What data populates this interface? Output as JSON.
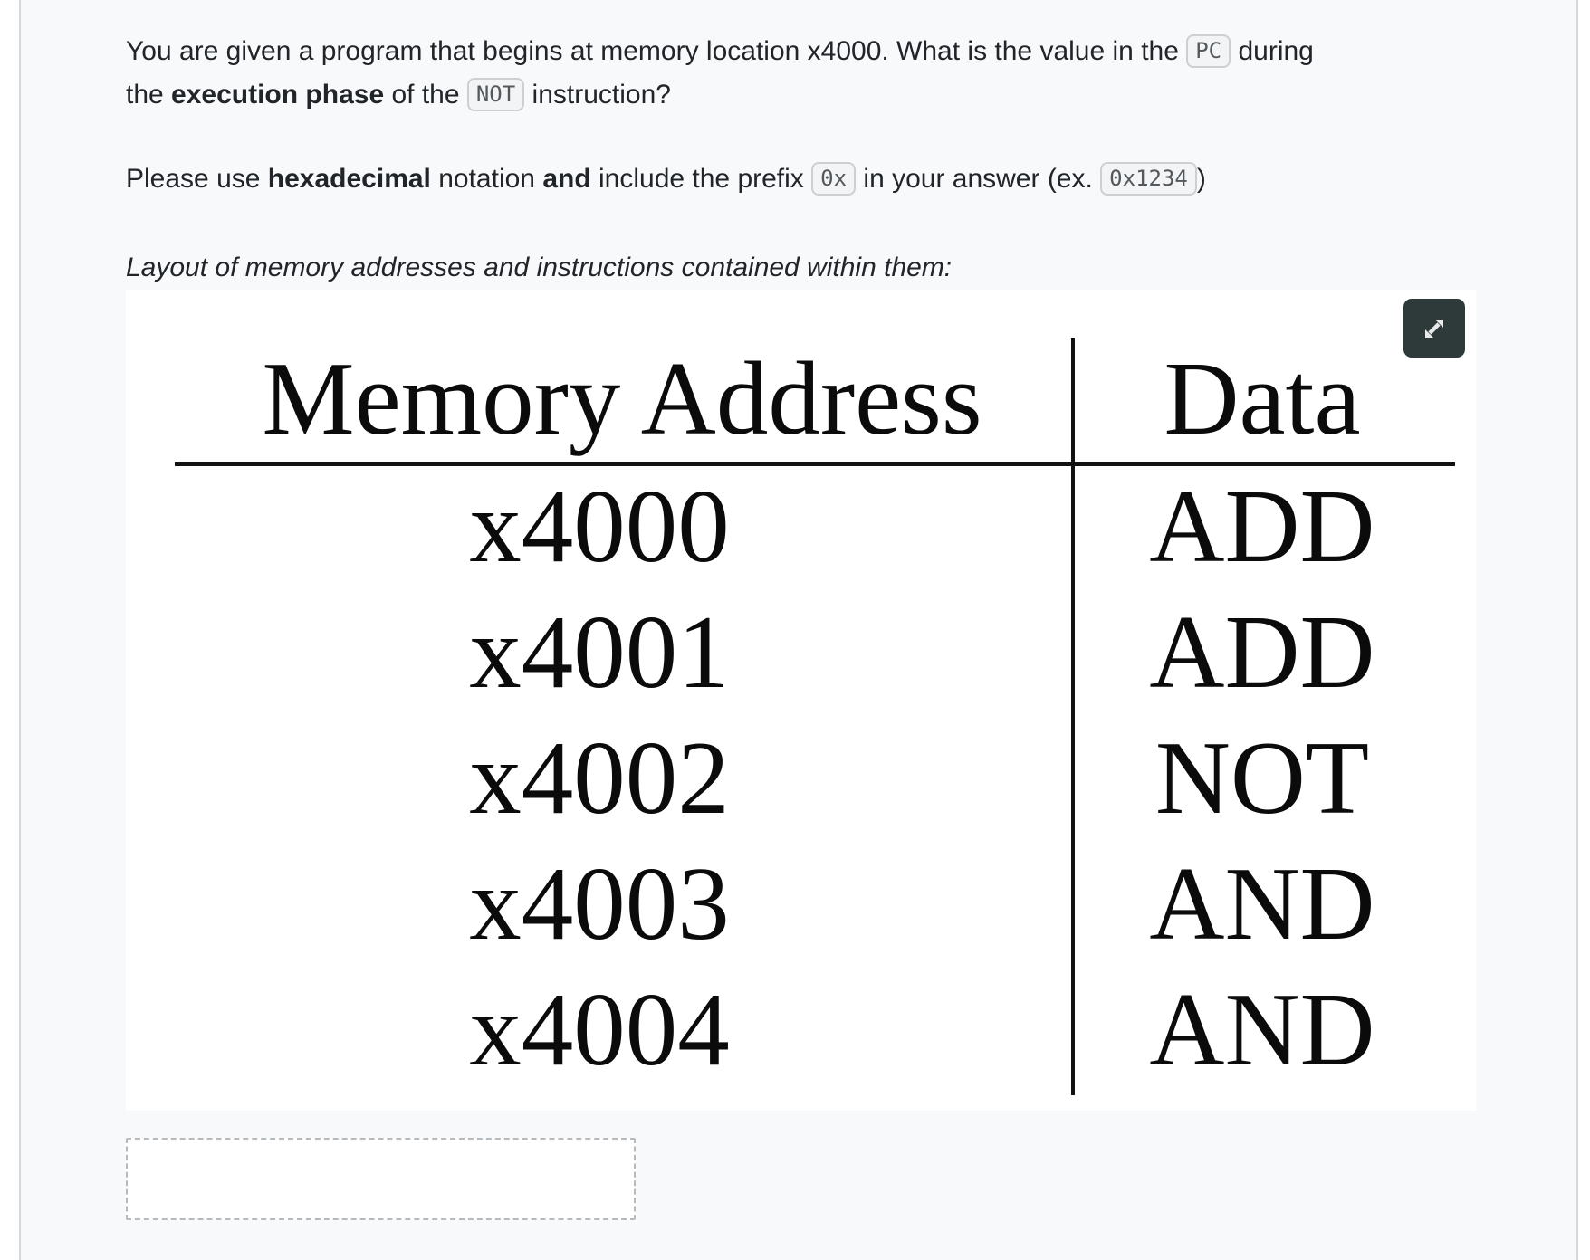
{
  "colors": {
    "card_background": "#f8f9fa",
    "card_border": "#d5d8db",
    "figure_background": "#ffffff",
    "table_ink": "#121212",
    "expand_button_background": "#2e3a39",
    "badge_background": "#f3f4f5",
    "badge_border": "#cdd0d3",
    "body_text": "#212529"
  },
  "question": {
    "part1": "You are given a program that begins at memory location x4000. What is the value in the ",
    "pc_badge": "PC",
    "part2": " during",
    "part3": "the ",
    "bold1": "execution phase",
    "part4": " of the ",
    "not_badge": "NOT",
    "part5": " instruction?"
  },
  "instructions": {
    "part1": "Please use ",
    "bold1": "hexadecimal",
    "part2": " notation ",
    "bold2": "and",
    "part3": " include the prefix ",
    "prefix_badge": "0x",
    "part4": " in your answer (ex. ",
    "example_badge": "0x1234",
    "part5": ")"
  },
  "caption": "Layout of memory addresses and instructions contained within them:",
  "figure": {
    "expand_icon": "expand-icon",
    "table": {
      "header": {
        "address": "Memory Address",
        "data": "Data"
      },
      "rows": [
        {
          "address": "x4000",
          "data": "ADD"
        },
        {
          "address": "x4001",
          "data": "ADD"
        },
        {
          "address": "x4002",
          "data": "NOT"
        },
        {
          "address": "x4003",
          "data": "AND"
        },
        {
          "address": "x4004",
          "data": "AND"
        }
      ]
    }
  },
  "answer": {
    "value": "",
    "placeholder": ""
  }
}
